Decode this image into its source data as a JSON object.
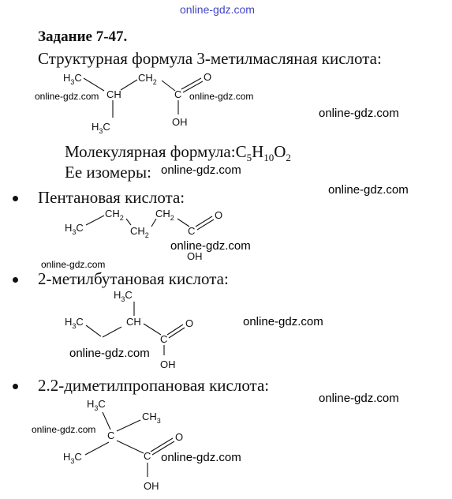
{
  "watermark": "online-gdz.com",
  "title": "Задание 7-47.",
  "intro": "Структурная формула 3-метилмасляная кислота:",
  "molecular_label": "Молекулярная формула:",
  "molecular_formula": {
    "c": "C",
    "c_n": "5",
    "h": "H",
    "h_n": "10",
    "o": "O",
    "o_n": "2"
  },
  "isomers_label": "Ее изомеры:",
  "isomers": [
    {
      "name": "Пентановая кислота:"
    },
    {
      "name": "2-метилбутановая кислота:"
    },
    {
      "name": "2.2-диметилпропановая кислота:"
    }
  ],
  "atoms": {
    "h3c": "H3C",
    "ch3": "CH3",
    "ch": "CH",
    "ch2": "CH2",
    "c": "C",
    "o": "O",
    "oh": "OH"
  }
}
